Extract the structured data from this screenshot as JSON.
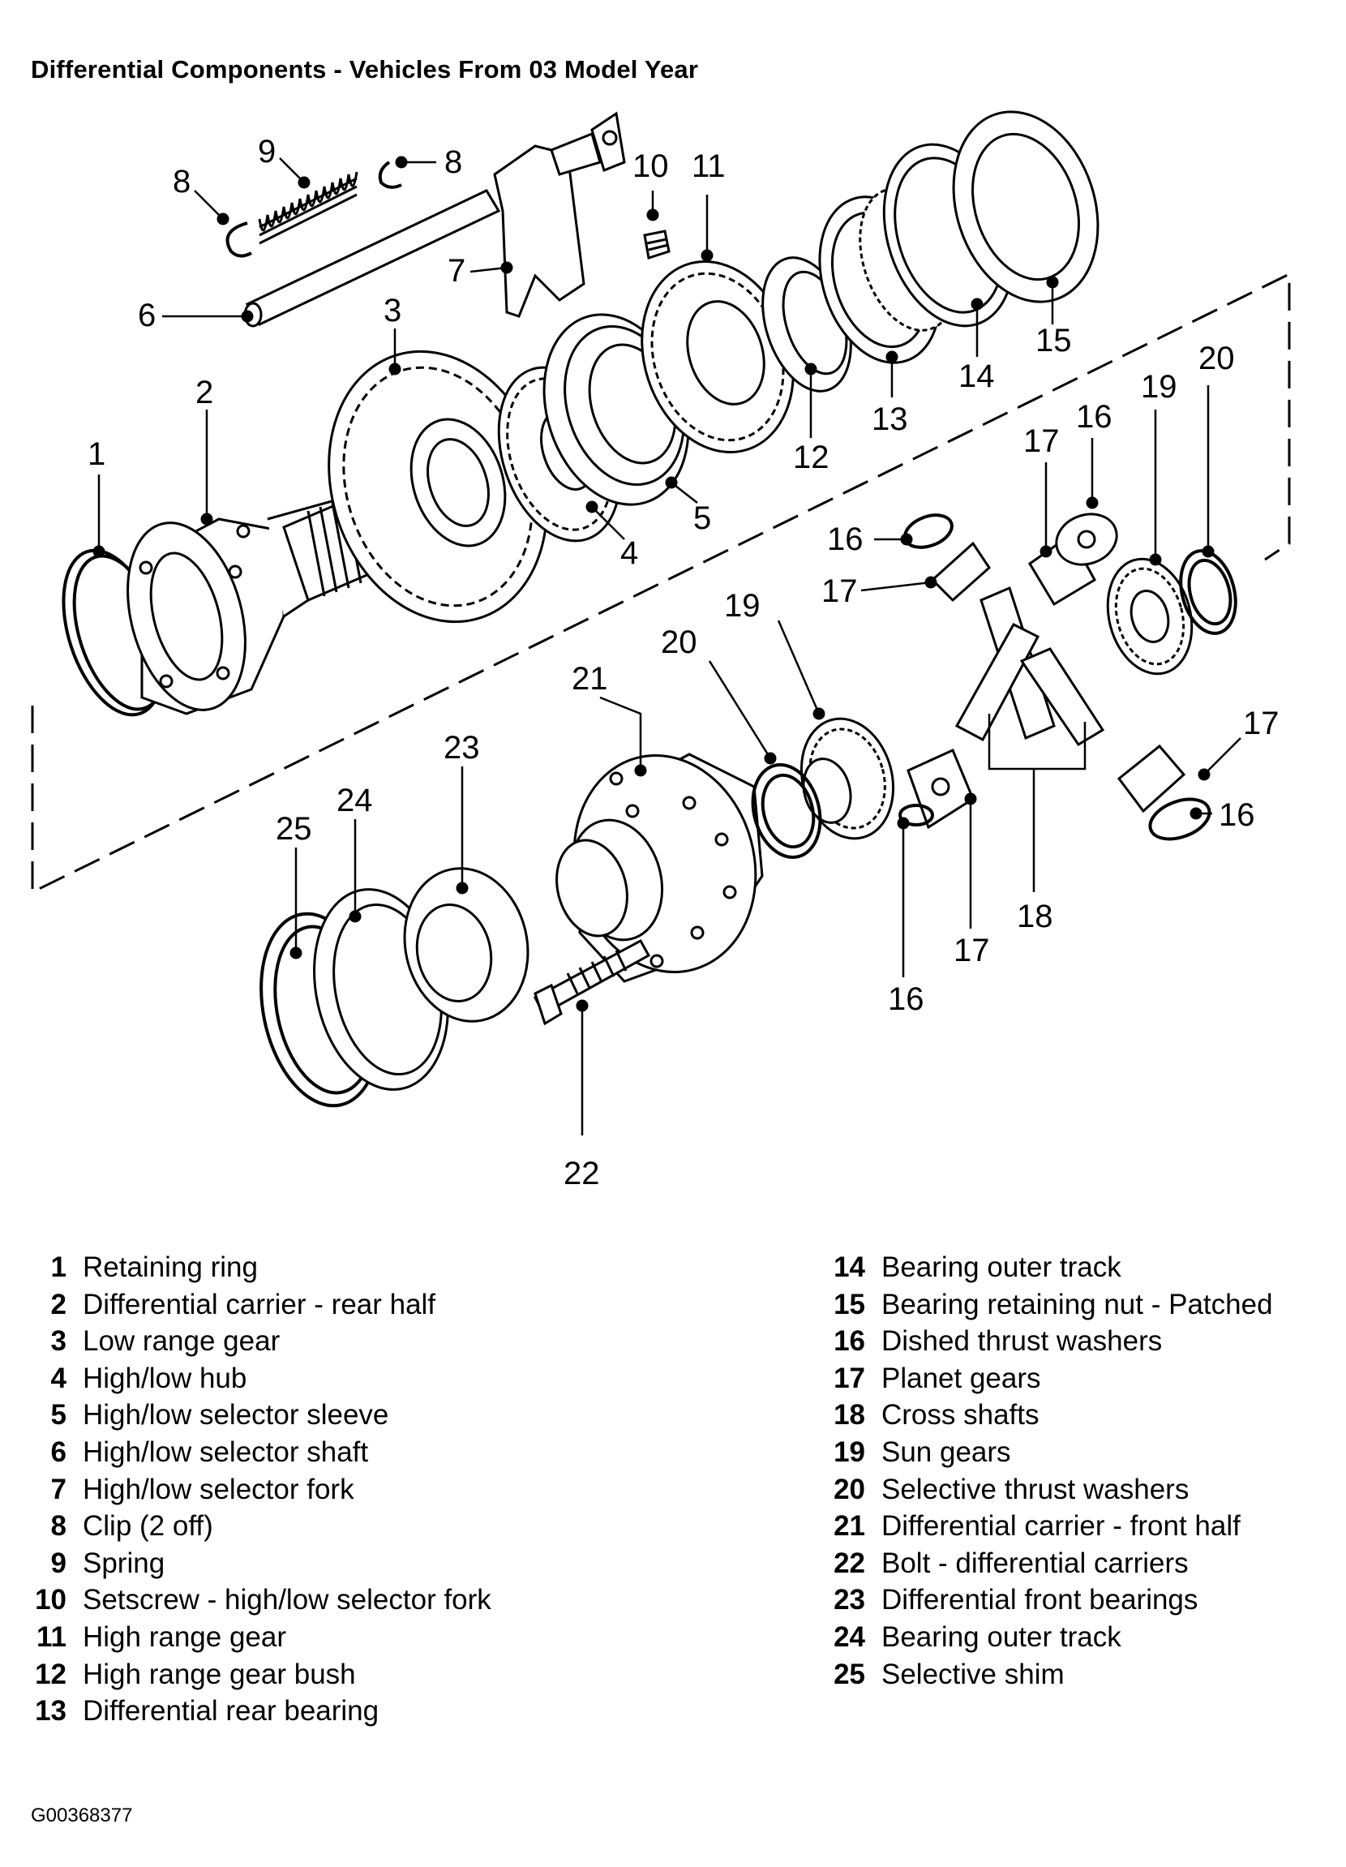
{
  "title": "Differential Components - Vehicles From 03 Model Year",
  "figure_id": "G00368377",
  "callouts": [
    {
      "n": "1"
    },
    {
      "n": "2"
    },
    {
      "n": "3"
    },
    {
      "n": "4"
    },
    {
      "n": "5"
    },
    {
      "n": "6"
    },
    {
      "n": "7"
    },
    {
      "n": "8"
    },
    {
      "n": "8"
    },
    {
      "n": "9"
    },
    {
      "n": "10"
    },
    {
      "n": "11"
    },
    {
      "n": "12"
    },
    {
      "n": "13"
    },
    {
      "n": "14"
    },
    {
      "n": "15"
    },
    {
      "n": "16"
    },
    {
      "n": "16"
    },
    {
      "n": "16"
    },
    {
      "n": "16"
    },
    {
      "n": "17"
    },
    {
      "n": "17"
    },
    {
      "n": "17"
    },
    {
      "n": "17"
    },
    {
      "n": "18"
    },
    {
      "n": "19"
    },
    {
      "n": "19"
    },
    {
      "n": "20"
    },
    {
      "n": "20"
    },
    {
      "n": "21"
    },
    {
      "n": "22"
    },
    {
      "n": "23"
    },
    {
      "n": "24"
    },
    {
      "n": "25"
    }
  ],
  "legend": [
    {
      "num": "1",
      "label": "Retaining ring"
    },
    {
      "num": "2",
      "label": "Differential carrier - rear half"
    },
    {
      "num": "3",
      "label": "Low range gear"
    },
    {
      "num": "4",
      "label": "High/low hub"
    },
    {
      "num": "5",
      "label": "High/low selector sleeve"
    },
    {
      "num": "6",
      "label": "High/low selector shaft"
    },
    {
      "num": "7",
      "label": "High/low selector fork"
    },
    {
      "num": "8",
      "label": "Clip (2 off)"
    },
    {
      "num": "9",
      "label": "Spring"
    },
    {
      "num": "10",
      "label": "Setscrew - high/low selector fork"
    },
    {
      "num": "11",
      "label": "High range gear"
    },
    {
      "num": "12",
      "label": "High range gear bush"
    },
    {
      "num": "13",
      "label": "Differential rear bearing"
    },
    {
      "num": "14",
      "label": "Bearing outer track"
    },
    {
      "num": "15",
      "label": "Bearing retaining nut - Patched"
    },
    {
      "num": "16",
      "label": "Dished thrust washers"
    },
    {
      "num": "17",
      "label": "Planet gears"
    },
    {
      "num": "18",
      "label": "Cross shafts"
    },
    {
      "num": "19",
      "label": "Sun gears"
    },
    {
      "num": "20",
      "label": "Selective thrust washers"
    },
    {
      "num": "21",
      "label": "Differential carrier - front half"
    },
    {
      "num": "22",
      "label": "Bolt - differential carriers"
    },
    {
      "num": "23",
      "label": "Differential front bearings"
    },
    {
      "num": "24",
      "label": "Bearing outer track"
    },
    {
      "num": "25",
      "label": "Selective shim"
    }
  ]
}
